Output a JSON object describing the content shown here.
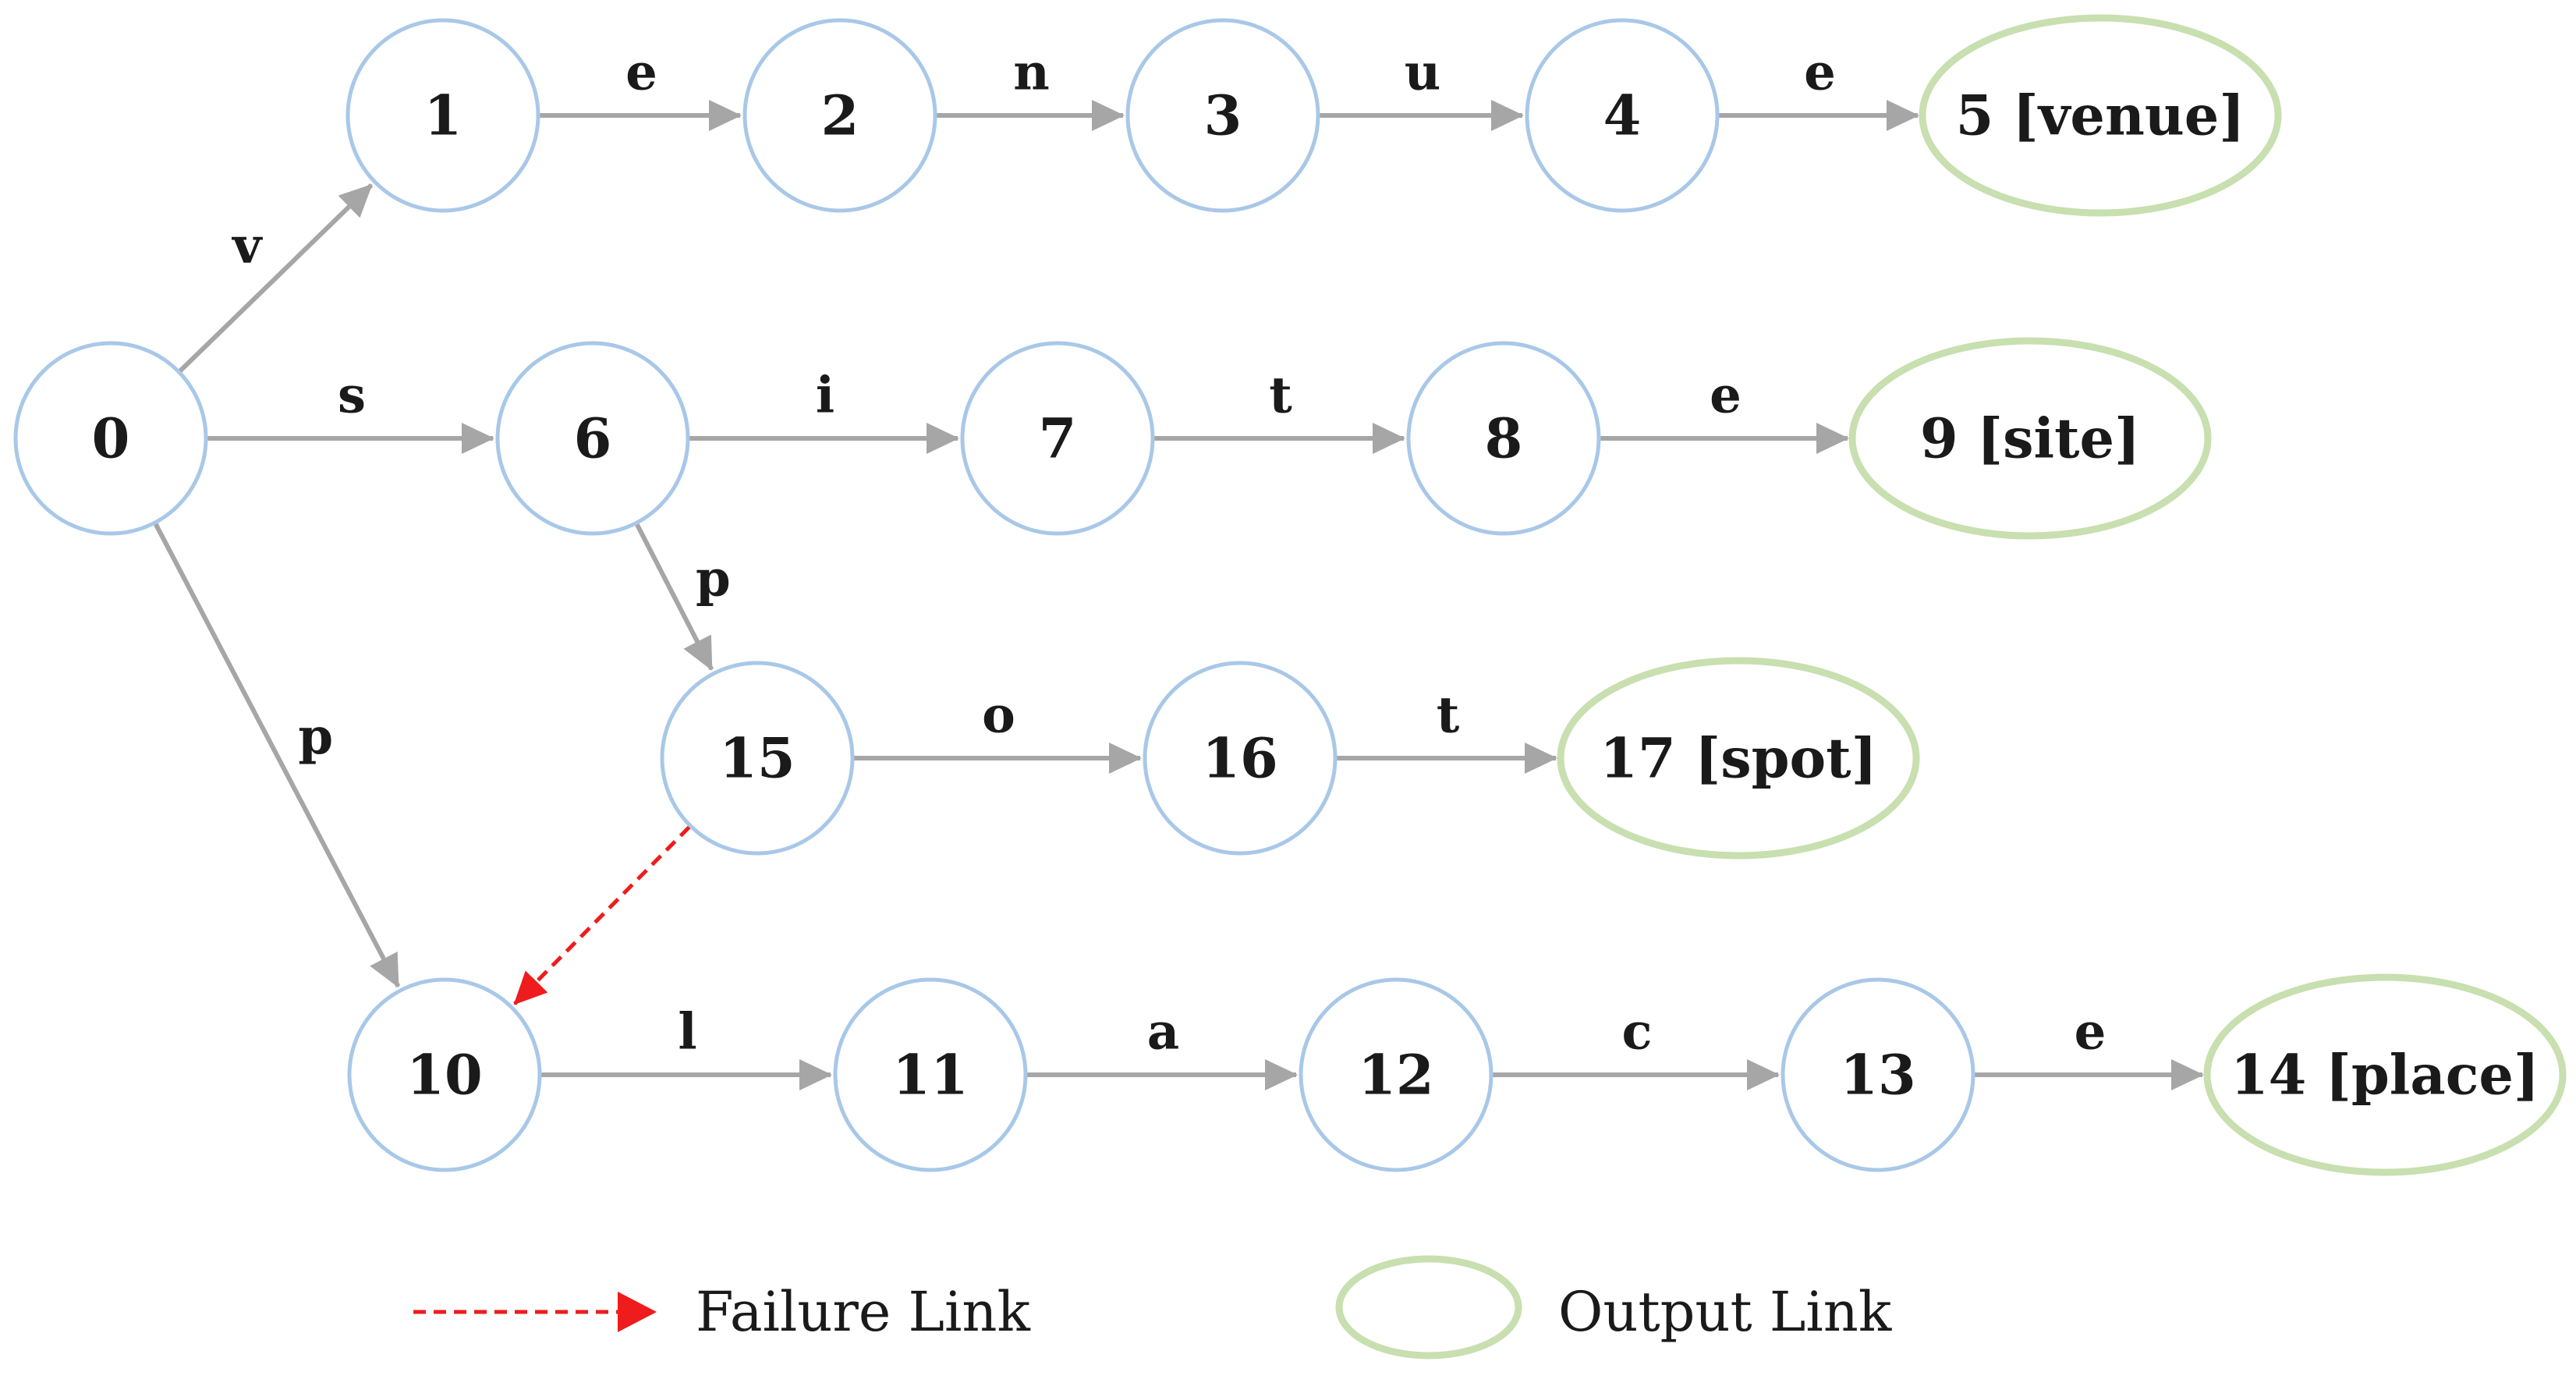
{
  "nodes": [
    {
      "id": "0",
      "label": "0",
      "kind": "state"
    },
    {
      "id": "1",
      "label": "1",
      "kind": "state"
    },
    {
      "id": "2",
      "label": "2",
      "kind": "state"
    },
    {
      "id": "3",
      "label": "3",
      "kind": "state"
    },
    {
      "id": "4",
      "label": "4",
      "kind": "state"
    },
    {
      "id": "5",
      "label": "5 [venue]",
      "kind": "output"
    },
    {
      "id": "6",
      "label": "6",
      "kind": "state"
    },
    {
      "id": "7",
      "label": "7",
      "kind": "state"
    },
    {
      "id": "8",
      "label": "8",
      "kind": "state"
    },
    {
      "id": "9",
      "label": "9 [site]",
      "kind": "output"
    },
    {
      "id": "10",
      "label": "10",
      "kind": "state"
    },
    {
      "id": "11",
      "label": "11",
      "kind": "state"
    },
    {
      "id": "12",
      "label": "12",
      "kind": "state"
    },
    {
      "id": "13",
      "label": "13",
      "kind": "state"
    },
    {
      "id": "14",
      "label": "14 [place]",
      "kind": "output"
    },
    {
      "id": "15",
      "label": "15",
      "kind": "state"
    },
    {
      "id": "16",
      "label": "16",
      "kind": "state"
    },
    {
      "id": "17",
      "label": "17 [spot]",
      "kind": "output"
    }
  ],
  "edges": [
    {
      "from": "0",
      "to": "1",
      "label": "v",
      "type": "goto"
    },
    {
      "from": "1",
      "to": "2",
      "label": "e",
      "type": "goto"
    },
    {
      "from": "2",
      "to": "3",
      "label": "n",
      "type": "goto"
    },
    {
      "from": "3",
      "to": "4",
      "label": "u",
      "type": "goto"
    },
    {
      "from": "4",
      "to": "5",
      "label": "e",
      "type": "goto"
    },
    {
      "from": "0",
      "to": "6",
      "label": "s",
      "type": "goto"
    },
    {
      "from": "6",
      "to": "7",
      "label": "i",
      "type": "goto"
    },
    {
      "from": "7",
      "to": "8",
      "label": "t",
      "type": "goto"
    },
    {
      "from": "8",
      "to": "9",
      "label": "e",
      "type": "goto"
    },
    {
      "from": "6",
      "to": "15",
      "label": "p",
      "type": "goto"
    },
    {
      "from": "15",
      "to": "16",
      "label": "o",
      "type": "goto"
    },
    {
      "from": "16",
      "to": "17",
      "label": "t",
      "type": "goto"
    },
    {
      "from": "0",
      "to": "10",
      "label": "p",
      "type": "goto"
    },
    {
      "from": "10",
      "to": "11",
      "label": "l",
      "type": "goto"
    },
    {
      "from": "11",
      "to": "12",
      "label": "a",
      "type": "goto"
    },
    {
      "from": "12",
      "to": "13",
      "label": "c",
      "type": "goto"
    },
    {
      "from": "13",
      "to": "14",
      "label": "e",
      "type": "goto"
    },
    {
      "from": "15",
      "to": "10",
      "label": "",
      "type": "failure"
    }
  ],
  "legend": {
    "failure_label": "Failure Link",
    "output_label": "Output Link"
  },
  "colors": {
    "state_stroke": "#a9c8e8",
    "output_stroke": "#c8dfb0",
    "edge": "#a6a6a6",
    "failure": "#ee1c1c",
    "text": "#1a1a1a"
  }
}
